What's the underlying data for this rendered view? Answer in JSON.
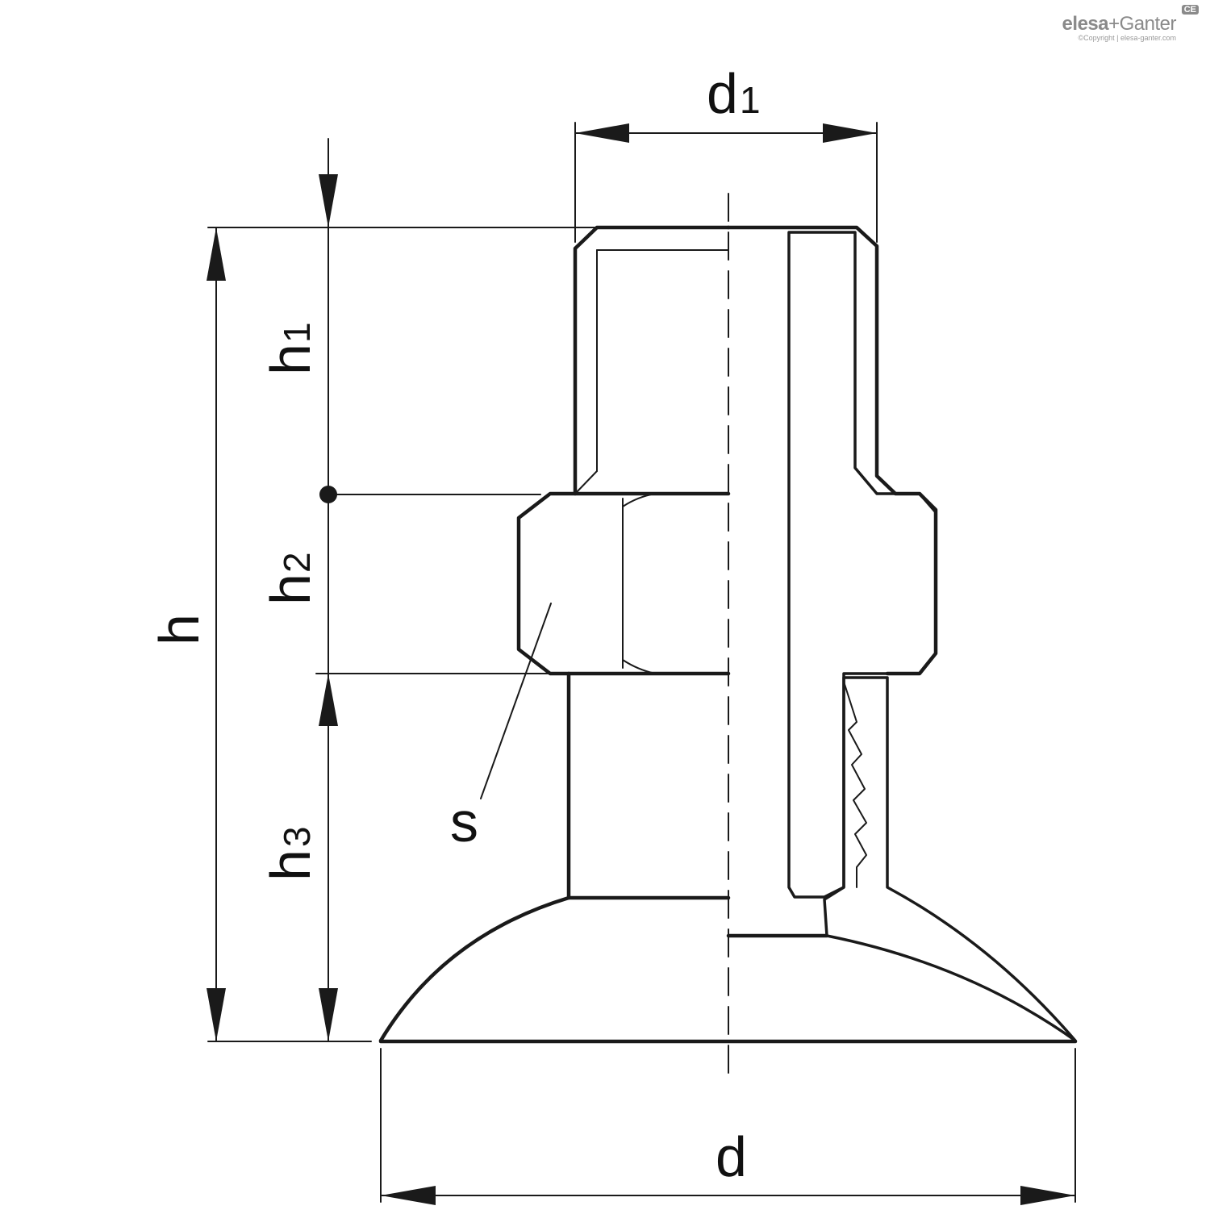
{
  "brand": {
    "logo_left": "elesa",
    "logo_plus": "+",
    "logo_right": "Ganter",
    "badge": "CE",
    "copyright": "©Copyright | elesa-ganter.com"
  },
  "labels": {
    "d1_main": "d",
    "d1_sub": "1",
    "h1_main": "h",
    "h1_sub": "1",
    "h2_main": "h",
    "h2_sub": "2",
    "h3_main": "h",
    "h3_sub": "3",
    "h": "h",
    "s": "s",
    "d": "d"
  }
}
